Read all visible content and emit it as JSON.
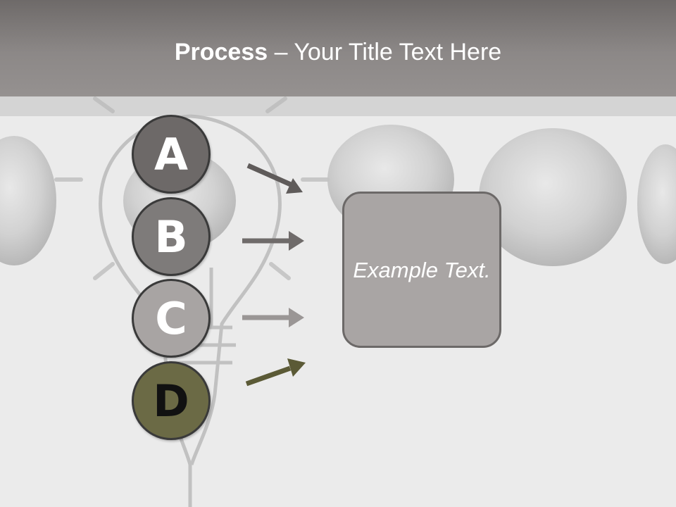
{
  "title": {
    "bold": "Process",
    "rest": " – Your Title Text Here"
  },
  "steps": [
    {
      "letter": "A",
      "color": "#6d6968"
    },
    {
      "letter": "B",
      "color": "#7e7b7a"
    },
    {
      "letter": "C",
      "color": "#a8a4a3"
    },
    {
      "letter": "D",
      "color": "#6b6a45"
    }
  ],
  "example_box": {
    "text": "Example Text."
  },
  "background": {
    "motif": "crumpled-paper-balls-and-lightbulb-outline"
  }
}
